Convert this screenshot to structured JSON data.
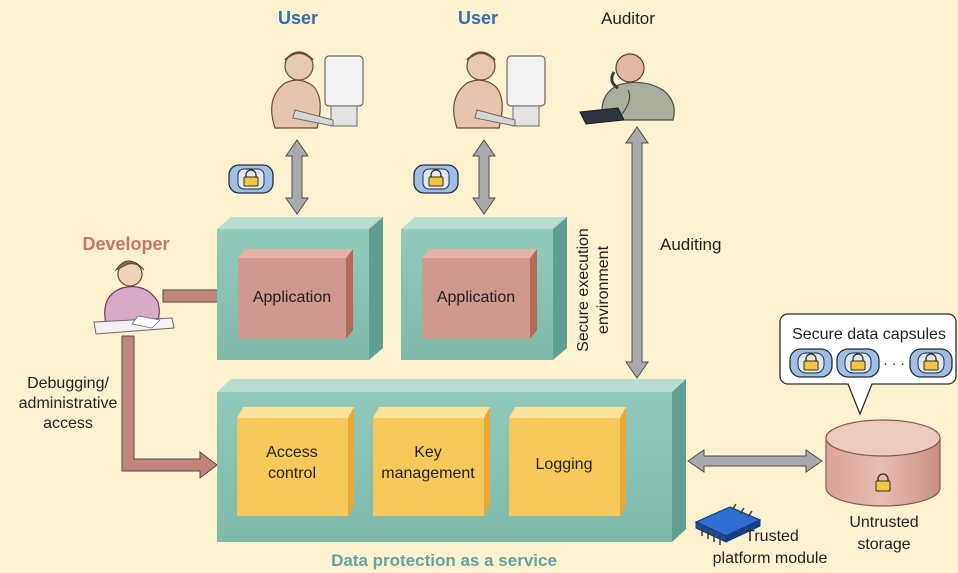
{
  "roles": {
    "user_left": "User",
    "user_right": "User",
    "auditor": "Auditor",
    "developer": "Developer"
  },
  "labels": {
    "auditing": "Auditing",
    "secure_env_line1": "Secure execution",
    "secure_env_line2": "environment",
    "debug_line1": "Debugging/",
    "debug_line2": "administrative",
    "debug_line3": "access",
    "dpaas": "Data protection as a service",
    "secure_capsules": "Secure data capsules",
    "capsule_ellipsis": "· · ·",
    "tpm_line1": "Trusted",
    "tpm_line2": "platform module",
    "storage_line1": "Untrusted",
    "storage_line2": "storage"
  },
  "apps": {
    "left": "Application",
    "right": "Application"
  },
  "services": {
    "access_line1": "Access",
    "access_line2": "control",
    "key_line1": "Key",
    "key_line2": "management",
    "logging": "Logging"
  },
  "icons": {
    "user_figure": "person-at-computer-icon",
    "auditor_figure": "person-on-phone-icon",
    "developer_figure": "person-at-desk-icon",
    "lock": "padlock-icon",
    "chip": "chip-icon",
    "storage": "cylinder-database-icon"
  },
  "colors": {
    "background": "#fdf2cf",
    "box_teal": "#8cc5b7",
    "app_box": "#cf998d",
    "service_box": "#f7c95a",
    "arrow_gray": "#a7a9ac",
    "arrow_brown": "#c0857b",
    "user_blue": "#2f6fb5",
    "developer_red": "#c8736a",
    "dpaas_teal": "#5fa5a8"
  }
}
